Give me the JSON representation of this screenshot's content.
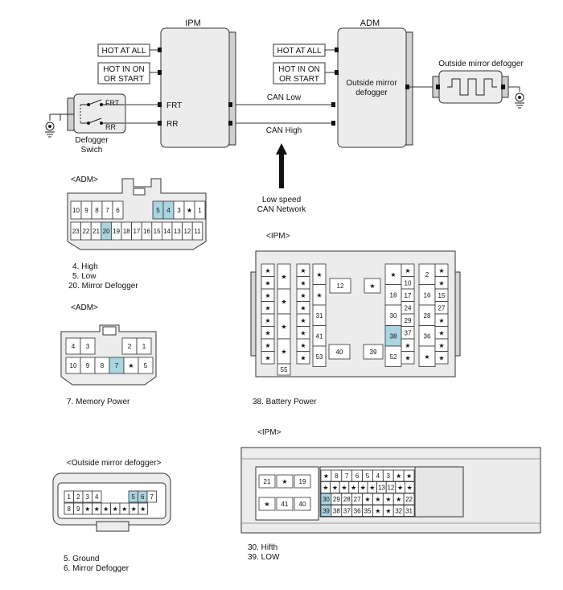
{
  "schematic": {
    "ipm_title": "IPM",
    "adm_title": "ADM",
    "outside_mirror_title": "Outside mirror defogger",
    "ipm_box1": "HOT AT ALL",
    "ipm_box2_line1": "HOT IN ON",
    "ipm_box2_line2": "OR START",
    "adm_box1": "HOT AT ALL",
    "adm_box2_line1": "HOT IN ON",
    "adm_box2_line2": "OR START",
    "adm_inner_line1": "Outside mirror",
    "adm_inner_line2": "defogger",
    "ipm_pin_frt": "FRT",
    "ipm_pin_rr": "RR",
    "switch_frt": "FRT",
    "switch_rr": "RR",
    "switch_label_line1": "Defogger",
    "switch_label_line2": "Swich",
    "can_low": "CAN Low",
    "can_high": "CAN High",
    "network_line1": "Low speed",
    "network_line2": "CAN Network"
  },
  "adm_connector_a": {
    "title": "<ADM>",
    "row1": [
      "10",
      "9",
      "8",
      "7",
      "6",
      "5",
      "4",
      "3",
      "★",
      "1"
    ],
    "row2": [
      "23",
      "22",
      "21",
      "20",
      "19",
      "18",
      "17",
      "16",
      "15",
      "14",
      "13",
      "12",
      "11"
    ],
    "notes": [
      "4. High",
      "5. Low",
      "20. Mirror Defogger"
    ]
  },
  "adm_connector_b": {
    "title": "<ADM>",
    "row1": [
      "4",
      "3",
      "2",
      "1"
    ],
    "row2": [
      "10",
      "9",
      "8",
      "7",
      "★",
      "5"
    ],
    "notes": [
      "7. Memory Power"
    ]
  },
  "ipm_connector_a": {
    "title": "<IPM>",
    "col1": [
      "★",
      "★",
      "★",
      "★",
      "★",
      "★",
      "★",
      "★"
    ],
    "col2": [
      "★",
      "★",
      "★",
      "★"
    ],
    "col3": [
      "★",
      "★",
      "★",
      "★",
      "★",
      "★",
      "★",
      "★"
    ],
    "col4": [
      "★",
      "★",
      "31",
      "41",
      "53"
    ],
    "pin_55": "55",
    "box_12": "12",
    "star_mid": "★",
    "box_40": "40",
    "box_39": "39",
    "right_a": [
      "★",
      "18",
      "30",
      "38",
      "52"
    ],
    "right_b": [
      "★",
      "10",
      "17",
      "24",
      "29",
      "37",
      "★",
      "★"
    ],
    "right_c": [
      "2",
      "16",
      "28",
      "36",
      "★"
    ],
    "right_d": [
      "★",
      "★",
      "15",
      "27",
      "★",
      "★",
      "★",
      "★"
    ],
    "notes": [
      "38. Battery Power"
    ]
  },
  "ipm_connector_b": {
    "title": "<IPM>",
    "left_top": [
      "21",
      "★",
      "19"
    ],
    "left_bottom": [
      "★",
      "41",
      "40"
    ],
    "grid": [
      [
        "★",
        "8",
        "7",
        "6",
        "5",
        "4",
        "3",
        "★",
        "★"
      ],
      [
        "★",
        "★",
        "★",
        "★",
        "★",
        "★",
        "13",
        "12",
        "★",
        "★"
      ],
      [
        "30",
        "29",
        "28",
        "27",
        "★",
        "★",
        "★",
        "★",
        "22"
      ],
      [
        "39",
        "38",
        "37",
        "36",
        "35",
        "★",
        "★",
        "32",
        "31"
      ]
    ],
    "notes": [
      "30. Hifth",
      "39. LOW"
    ]
  },
  "mirror_connector": {
    "title": "<Outside mirror defogger>",
    "row1": [
      "1",
      "2",
      "3",
      "4",
      "5",
      "6",
      "7"
    ],
    "row2": [
      "8",
      "9",
      "★",
      "★",
      "★",
      "★",
      "★",
      "★",
      "★"
    ],
    "notes": [
      "5. Ground",
      "6. Mirror Defogger"
    ]
  },
  "colors": {
    "highlight": "#a9d4e0",
    "connector_fill": "#e3e3e3",
    "box_fill": "#ececec"
  }
}
